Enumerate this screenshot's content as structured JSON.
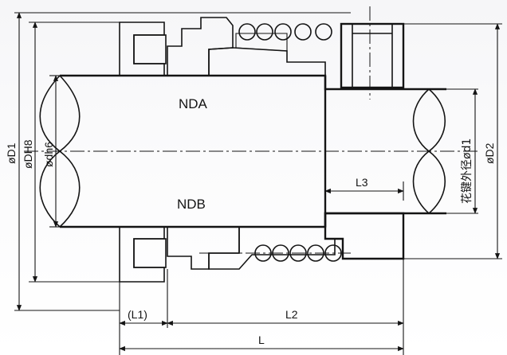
{
  "labels": {
    "nda": "NDA",
    "ndb": "NDB",
    "d1": "øD1",
    "dh8": "øDH8",
    "dh6": "ødh6",
    "spline_d1": "花键外径ød1",
    "d2": "øD2",
    "l1": "(L1)",
    "l2": "L2",
    "l3": "L3",
    "l": "L"
  },
  "colors": {
    "ink": "#141414",
    "paper": "#ffffff"
  }
}
